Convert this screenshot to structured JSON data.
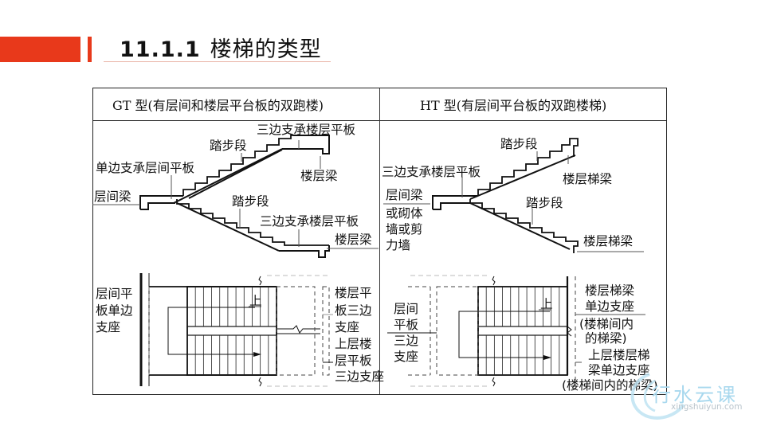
{
  "slide": {
    "section_number": "11.1.1",
    "title": "楼梯的类型",
    "accent_color": "#e8391b"
  },
  "table": {
    "columns": [
      {
        "header": "GT 型(有层间和楼层平台板的双跑楼)"
      },
      {
        "header": "HT 型(有层间平台板的双跑楼梯)"
      }
    ],
    "gt_section_labels": {
      "top_slab": "三边支承楼层平板",
      "upper_flight": "踏步段",
      "landing_slab": "单边支承层间平板",
      "landing_beam": "层间梁",
      "top_beam": "楼层梁",
      "lower_flight": "踏步段",
      "bottom_slab": "三边支承楼层平板",
      "bottom_beam": "楼层梁"
    },
    "ht_section_labels": {
      "upper_flight": "踏步段",
      "landing_slab": "三边支承楼层平板",
      "top_beam": "楼层梯梁",
      "landing_beam": "层间梁",
      "landing_support_lines": [
        "或砌体",
        "墙或剪",
        "力墙"
      ],
      "lower_flight": "踏步段",
      "bottom_beam": "楼层梯梁"
    },
    "gt_plan_labels": {
      "left_lines": [
        "层间平",
        "板单边",
        "支座"
      ],
      "right_top_lines": [
        "楼层平",
        "板三边",
        "支座"
      ],
      "right_bottom_lines": [
        "上层楼",
        "层平板",
        "三边支座"
      ],
      "up_mark": "上"
    },
    "ht_plan_labels": {
      "left_top_lines": [
        "层间",
        "平板"
      ],
      "left_bottom_lines": [
        "三边",
        "支座"
      ],
      "right_top_lines": [
        "楼层梯梁",
        "单边支座"
      ],
      "right_mid_lines": [
        "(楼梯间内",
        "的梯梁)"
      ],
      "right_bottom_lines": [
        "上层楼层梯",
        "梁单边支座",
        "(楼梯间内的梯梁)"
      ],
      "up_mark": "上"
    }
  },
  "watermark": {
    "name": "行水云课",
    "url": "xingshuiyun.com"
  }
}
